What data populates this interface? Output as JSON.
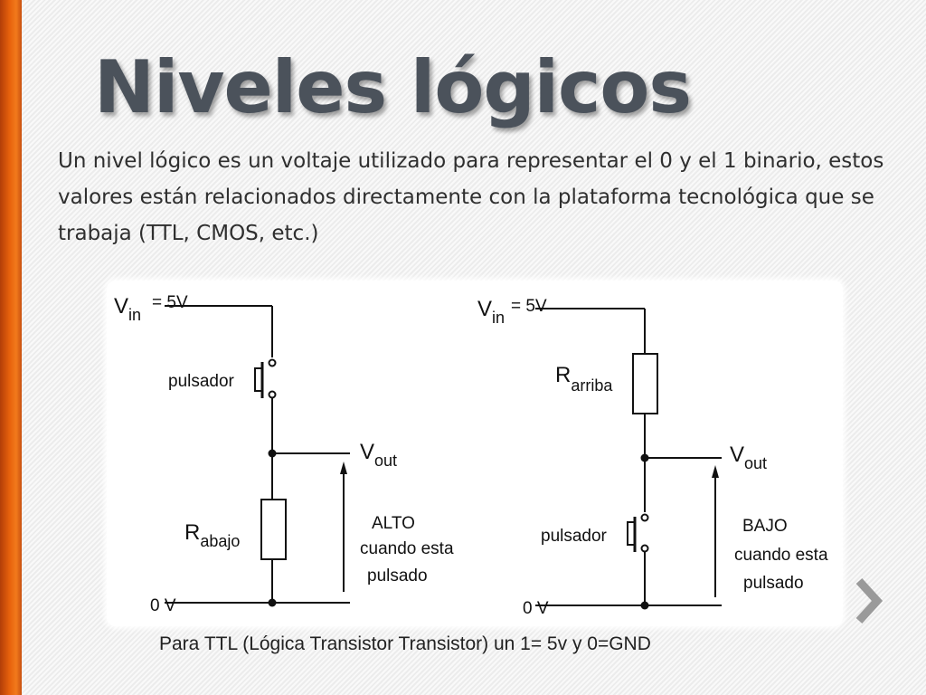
{
  "slide": {
    "title": "Niveles lógicos",
    "body": "Un nivel lógico es un voltaje utilizado para representar el 0 y el 1 binario, estos valores están relacionados directamente con la plataforma tecnológica que se trabaja (TTL, CMOS, etc.)",
    "caption": "Para TTL (Lógica Transistor Transistor) un 1= 5v y  0=GND",
    "accent_color": "#e8620c",
    "title_color": "#4b525b"
  },
  "diagram": {
    "left_circuit": {
      "vin_symbol": "V",
      "vin_subscript": "in",
      "vin_value": "= 5V",
      "switch_label": "pulsador",
      "resistor_symbol": "R",
      "resistor_subscript": "abajo",
      "vout_symbol": "V",
      "vout_subscript": "out",
      "state_line1": "ALTO",
      "state_line2": "cuando esta",
      "state_line3": "pulsado",
      "ground_label": "0 V"
    },
    "right_circuit": {
      "vin_symbol": "V",
      "vin_subscript": "in",
      "vin_value": "= 5V",
      "resistor_symbol": "R",
      "resistor_subscript": "arriba",
      "switch_label": "pulsador",
      "vout_symbol": "V",
      "vout_subscript": "out",
      "state_line1": "BAJO",
      "state_line2": "cuando esta",
      "state_line3": "pulsado",
      "ground_label": "0 V"
    }
  },
  "navigation": {
    "next_icon": "chevron-right-icon"
  }
}
